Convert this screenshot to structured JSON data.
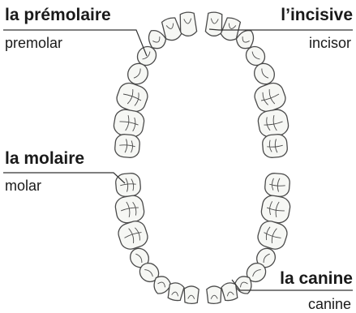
{
  "labels": {
    "premolar": {
      "fr": "la prémolaire",
      "en": "premolar"
    },
    "incisor": {
      "fr": "l’incisive",
      "en": "incisor"
    },
    "molar": {
      "fr": "la molaire",
      "en": "molar"
    },
    "canine": {
      "fr": "la canine",
      "en": "canine"
    }
  },
  "colors": {
    "tooth_fill": "#f6f7f4",
    "tooth_stroke": "#4a4a4a",
    "text": "#1a1a1a",
    "leader": "#333333"
  }
}
